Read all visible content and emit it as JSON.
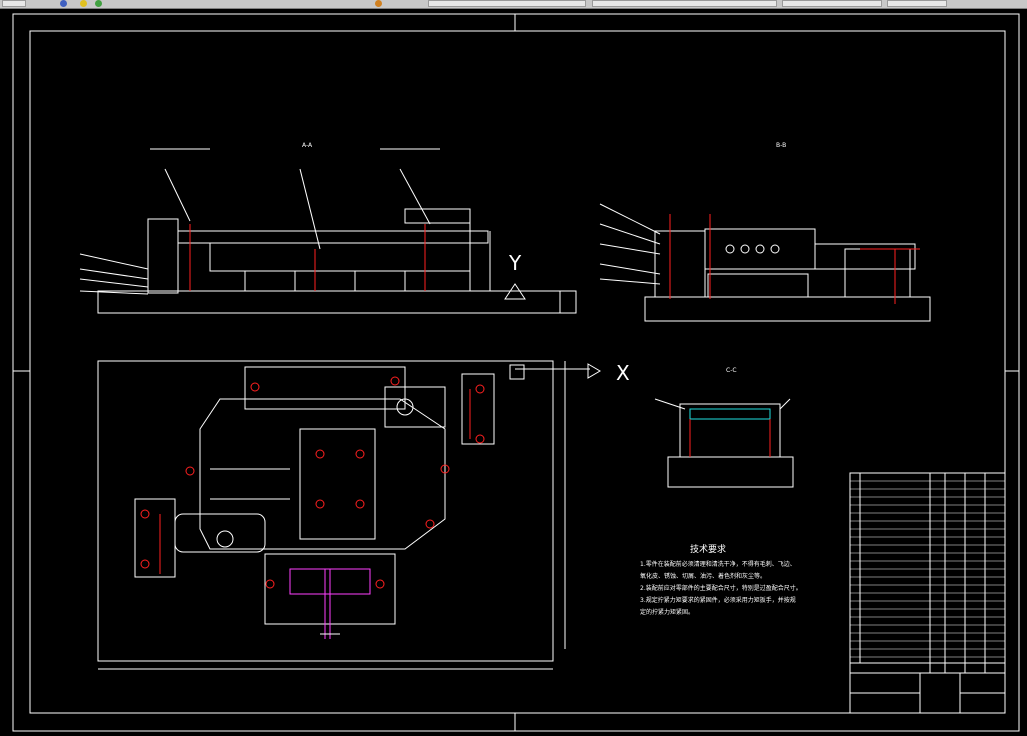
{
  "toolbar": {
    "items": [
      "",
      "",
      "",
      "",
      "",
      ""
    ]
  },
  "drawing": {
    "view_labels": {
      "section_a": "A-A",
      "section_b": "B-B",
      "section_c": "C-C"
    },
    "axis": {
      "y": "Y",
      "x": "X"
    },
    "tech_requirements": {
      "title": "技术要求",
      "lines": [
        "1.零件在装配前必须清理和清洗干净，不得有毛刺、飞边、",
        "氧化皮、锈蚀、切屑、油污、着色剂和灰尘等。",
        "2.装配前应对零部件的主要配合尺寸，特别是过盈配合尺寸。",
        "3.规定拧紧力矩要求的紧固件，必须采用力矩扳手，并按规",
        "定的拧紧力矩紧固。"
      ]
    }
  },
  "colors": {
    "line": "#ffffff",
    "red": "#ff2020",
    "magenta": "#ff40ff",
    "cyan": "#20e0e0"
  }
}
